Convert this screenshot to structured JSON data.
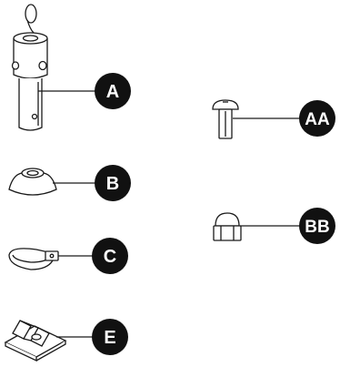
{
  "parts": [
    {
      "id": "part-a",
      "label": "A"
    },
    {
      "id": "part-aa",
      "label": "AA"
    },
    {
      "id": "part-b",
      "label": "B"
    },
    {
      "id": "part-bb",
      "label": "BB"
    },
    {
      "id": "part-c",
      "label": "C"
    },
    {
      "id": "part-e",
      "label": "E"
    }
  ],
  "colors": {
    "stroke": "#1a1a1a",
    "badge": "#111111",
    "badge_text": "#ffffff",
    "background": "#ffffff"
  }
}
